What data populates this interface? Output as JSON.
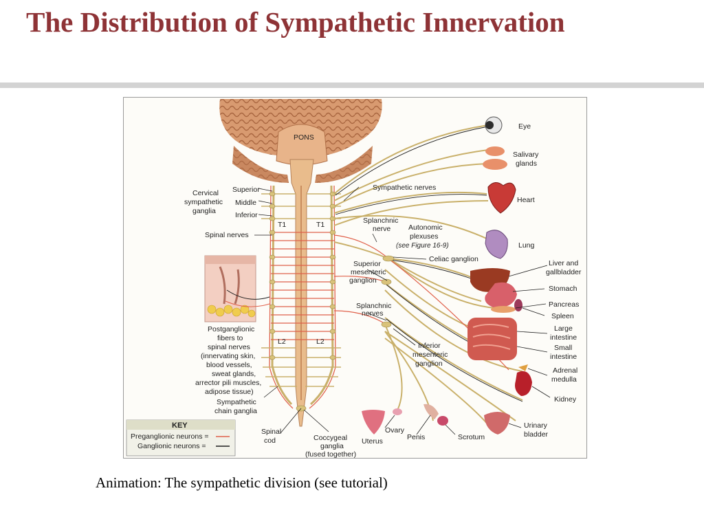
{
  "slide": {
    "title": "The Distribution of Sympathetic Innervation",
    "caption": "Animation: The sympathetic division (see tutorial)"
  },
  "diagram": {
    "pons_label": "PONS",
    "cervical_ganglia_label": [
      "Cervical",
      "sympathetic",
      "ganglia"
    ],
    "cervical_levels": [
      "Superior",
      "Middle",
      "Inferior"
    ],
    "spinal_nerves": "Spinal nerves",
    "t1_left": "T1",
    "t1_right": "T1",
    "l2_left": "L2",
    "l2_right": "L2",
    "postganglionic_label": [
      "Postganglionic",
      "fibers to",
      "spinal nerves",
      "(innervating skin,",
      "blood vessels,",
      "sweat glands,",
      "arrector pili muscles,",
      "adipose tissue)"
    ],
    "sympathetic_chain": [
      "Sympathetic",
      "chain ganglia"
    ],
    "spinal_cord": [
      "Spinal",
      "cod"
    ],
    "coccygeal": [
      "Coccygeal",
      "ganglia",
      "(fused together)"
    ],
    "sympathetic_nerves": "Sympathetic nerves",
    "splanchnic_nerve": [
      "Splanchnic",
      "nerve"
    ],
    "autonomic_plexuses": [
      "Autonomic",
      "plexuses"
    ],
    "see_figure": "(see Figure 16-9)",
    "celiac_ganglion": "Celiac ganglion",
    "superior_mesenteric": [
      "Superior",
      "mesenteric",
      "ganglion"
    ],
    "splanchnic_nerves": [
      "Splanchnic",
      "nerves"
    ],
    "inferior_mesenteric": [
      "Inferior",
      "mesenteric",
      "ganglion"
    ],
    "organs": {
      "eye": "Eye",
      "salivary": [
        "Salivary",
        "glands"
      ],
      "heart": "Heart",
      "lung": "Lung",
      "liver": [
        "Liver and",
        "gallbladder"
      ],
      "stomach": "Stomach",
      "pancreas": "Pancreas",
      "spleen": "Spleen",
      "large_intestine": [
        "Large",
        "intestine"
      ],
      "small_intestine": [
        "Small",
        "intestine"
      ],
      "adrenal": [
        "Adrenal",
        "medulla"
      ],
      "kidney": "Kidney",
      "bladder": [
        "Urinary",
        "bladder"
      ],
      "scrotum": "Scrotum",
      "penis": "Penis",
      "ovary": "Ovary",
      "uterus": "Uterus"
    },
    "key": {
      "title": "KEY",
      "preganglionic": "Preganglionic neurons =",
      "ganglionic": "Ganglionic neurons ="
    },
    "colors": {
      "preganglionic": "#e0604a",
      "ganglionic": "#1e1e1e",
      "nerve": "#c9b06a",
      "spinal_cord": "#e9bc8c",
      "brain": "#d89a70"
    }
  }
}
